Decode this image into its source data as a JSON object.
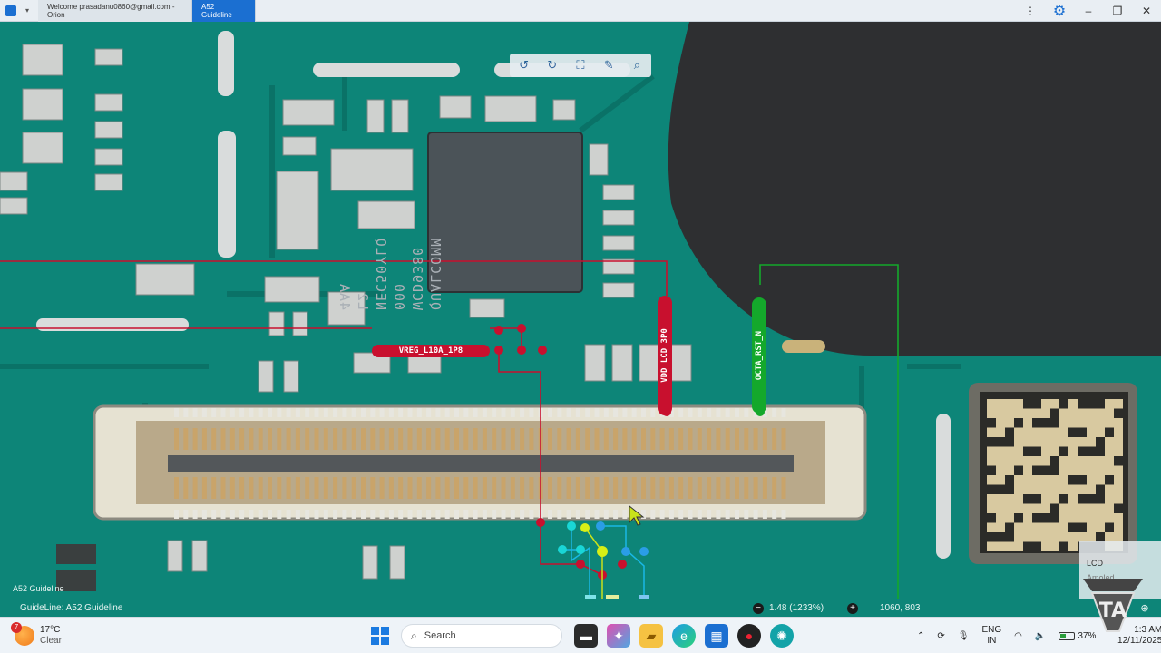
{
  "titlebar": {
    "tabs": [
      {
        "label": "Welcome prasadanu0860@gmail.com - Orion"
      },
      {
        "label": "A52 Guideline"
      }
    ],
    "buttons": {
      "more": "⋮",
      "settings": "⚙",
      "minimize": "–",
      "maximize": "❐",
      "close": "✕"
    }
  },
  "toolbar": {
    "tools": [
      {
        "name": "rotate-left-icon",
        "glyph": "↺"
      },
      {
        "name": "rotate-right-icon",
        "glyph": "↻"
      },
      {
        "name": "fit-screen-icon",
        "glyph": "⛶"
      },
      {
        "name": "pen-tool-icon",
        "glyph": "✎"
      },
      {
        "name": "search-icon",
        "glyph": "⌕"
      }
    ]
  },
  "board": {
    "chip_lines": [
      "QUALCOMM",
      "WCD9380",
      "000",
      "NEC50YLQ",
      "L2",
      "4AA"
    ],
    "nets": {
      "vreg": "VREG_L10A_1P8",
      "vdd": "VDD_LCD_3P0",
      "octa": "OCTA_RST_N"
    },
    "caption": "A52 Guideline"
  },
  "overlay": {
    "line1": "LCD",
    "line2": "Amoled"
  },
  "statusbar": {
    "guideline": "GuideLine: A52 Guideline",
    "zoom": "1.48 (1233%)",
    "coords": "1060, 803"
  },
  "taskbar": {
    "weather": {
      "temp": "17°C",
      "condition": "Clear",
      "badge": "7"
    },
    "search_placeholder": "Search",
    "tray": {
      "lang1": "ENG",
      "lang2": "IN",
      "battery": "37%",
      "time": "1:3 AM",
      "date": "12/11/2025"
    }
  },
  "colors": {
    "pcb": "#0d8578",
    "net_red": "#c8102e",
    "net_green": "#14a82b",
    "accent": "#1b6fd1"
  }
}
